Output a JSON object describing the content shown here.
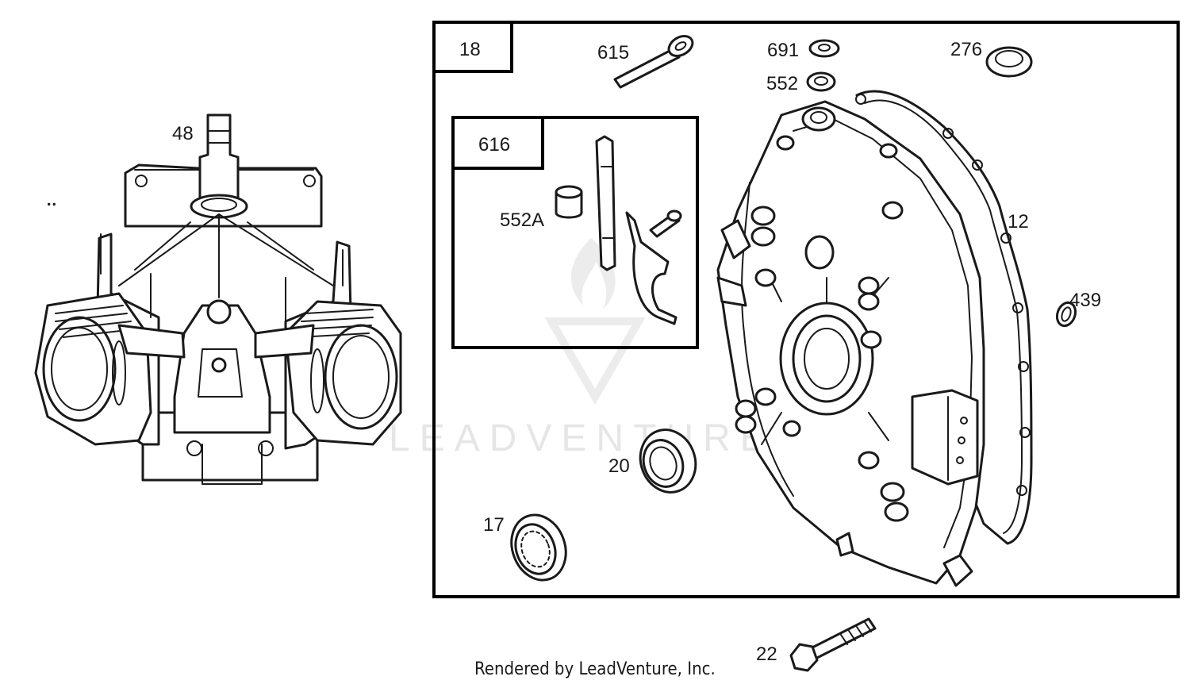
{
  "diagram": {
    "callouts": {
      "p48": "48",
      "p18": "18",
      "p615": "615",
      "p691": "691",
      "p552": "552",
      "p276": "276",
      "p616": "616",
      "p552a": "552A",
      "p12": "12",
      "p439": "439",
      "p20": "20",
      "p17": "17",
      "p22": "22"
    },
    "watermark": "LEADVENTURE",
    "footer": "Rendered by LeadVenture, Inc."
  }
}
